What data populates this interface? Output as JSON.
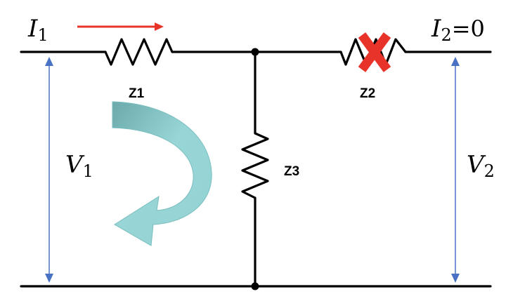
{
  "diagram": {
    "current_in": {
      "symbol": "I",
      "subscript": "1"
    },
    "current_out": {
      "symbol": "I",
      "subscript": "2",
      "suffix": "=0"
    },
    "voltage_in": {
      "symbol": "V",
      "subscript": "1"
    },
    "voltage_out": {
      "symbol": "V",
      "subscript": "2"
    },
    "impedances": {
      "z1": "Z1",
      "z2": "Z2",
      "z3": "Z3"
    },
    "z2_status": "open (crossed out)",
    "colors": {
      "wire": "#000000",
      "current_arrow": "#e8332a",
      "open_cross": "#e8332a",
      "voltage_arrow": "#4a72c4",
      "loop_arrow": "#7fc6c7"
    }
  }
}
